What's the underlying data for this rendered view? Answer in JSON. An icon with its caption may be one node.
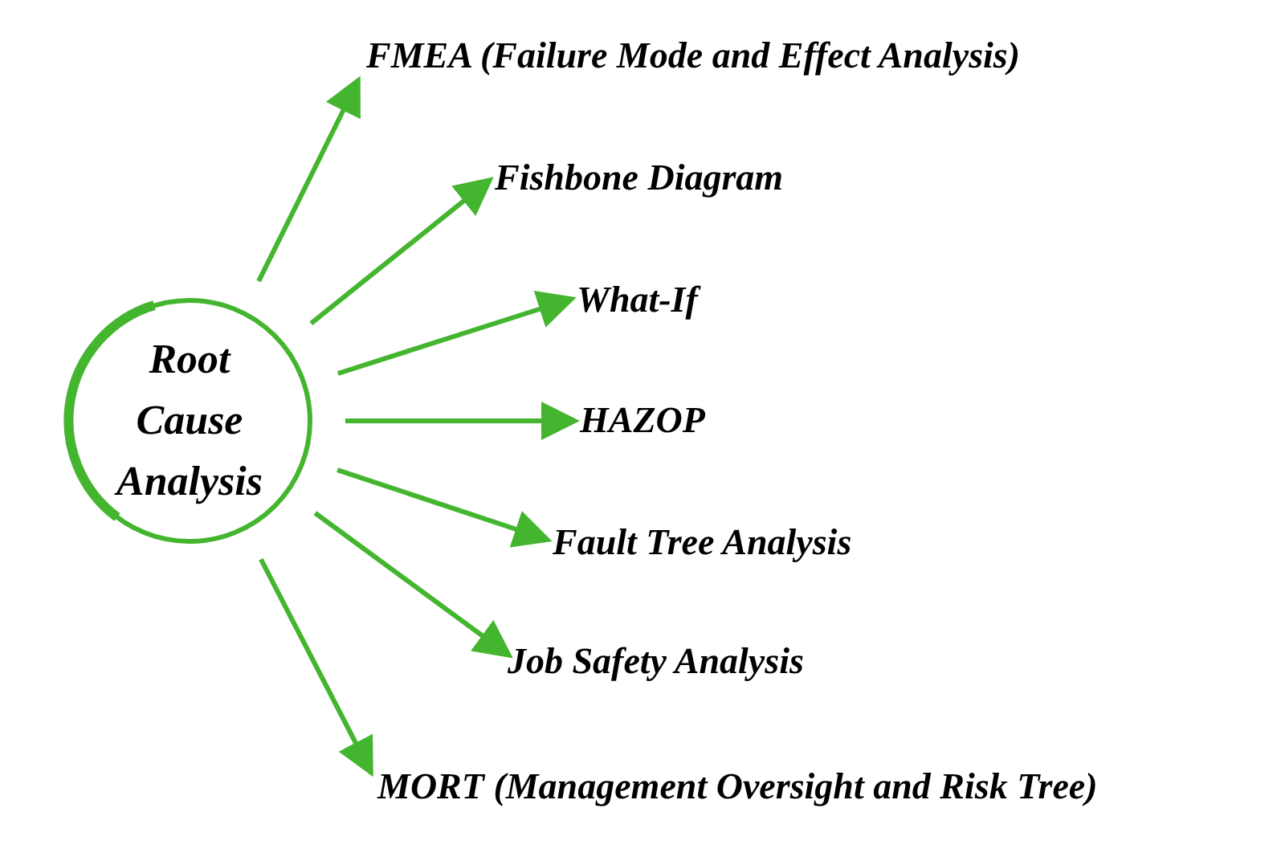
{
  "diagram": {
    "nodes": [
      {
        "text": [
          "Root Cause Analysis"
        ]
      },
      {
        "text": [
          "FMEA (Failure Mode and Effect Analysis)"
        ]
      },
      {
        "text": [
          "Fishbone Diagram"
        ]
      },
      {
        "text": [
          "What-If"
        ]
      },
      {
        "text": [
          "HAZOP"
        ]
      },
      {
        "text": [
          "Fault Tree Analysis"
        ]
      },
      {
        "text": [
          "Job Safety Analysis"
        ]
      },
      {
        "text": [
          "MORT (Management Oversight and Risk Tree)"
        ]
      }
    ],
    "edges": [
      {
        "from": 0,
        "to": 1,
        "arrow": "to"
      },
      {
        "from": 0,
        "to": 2,
        "arrow": "to"
      },
      {
        "from": 0,
        "to": 3,
        "arrow": "to"
      },
      {
        "from": 0,
        "to": 4,
        "arrow": "to"
      },
      {
        "from": 0,
        "to": 5,
        "arrow": "to"
      },
      {
        "from": 0,
        "to": 6,
        "arrow": "to"
      },
      {
        "from": 0,
        "to": 7,
        "arrow": "to"
      }
    ]
  }
}
